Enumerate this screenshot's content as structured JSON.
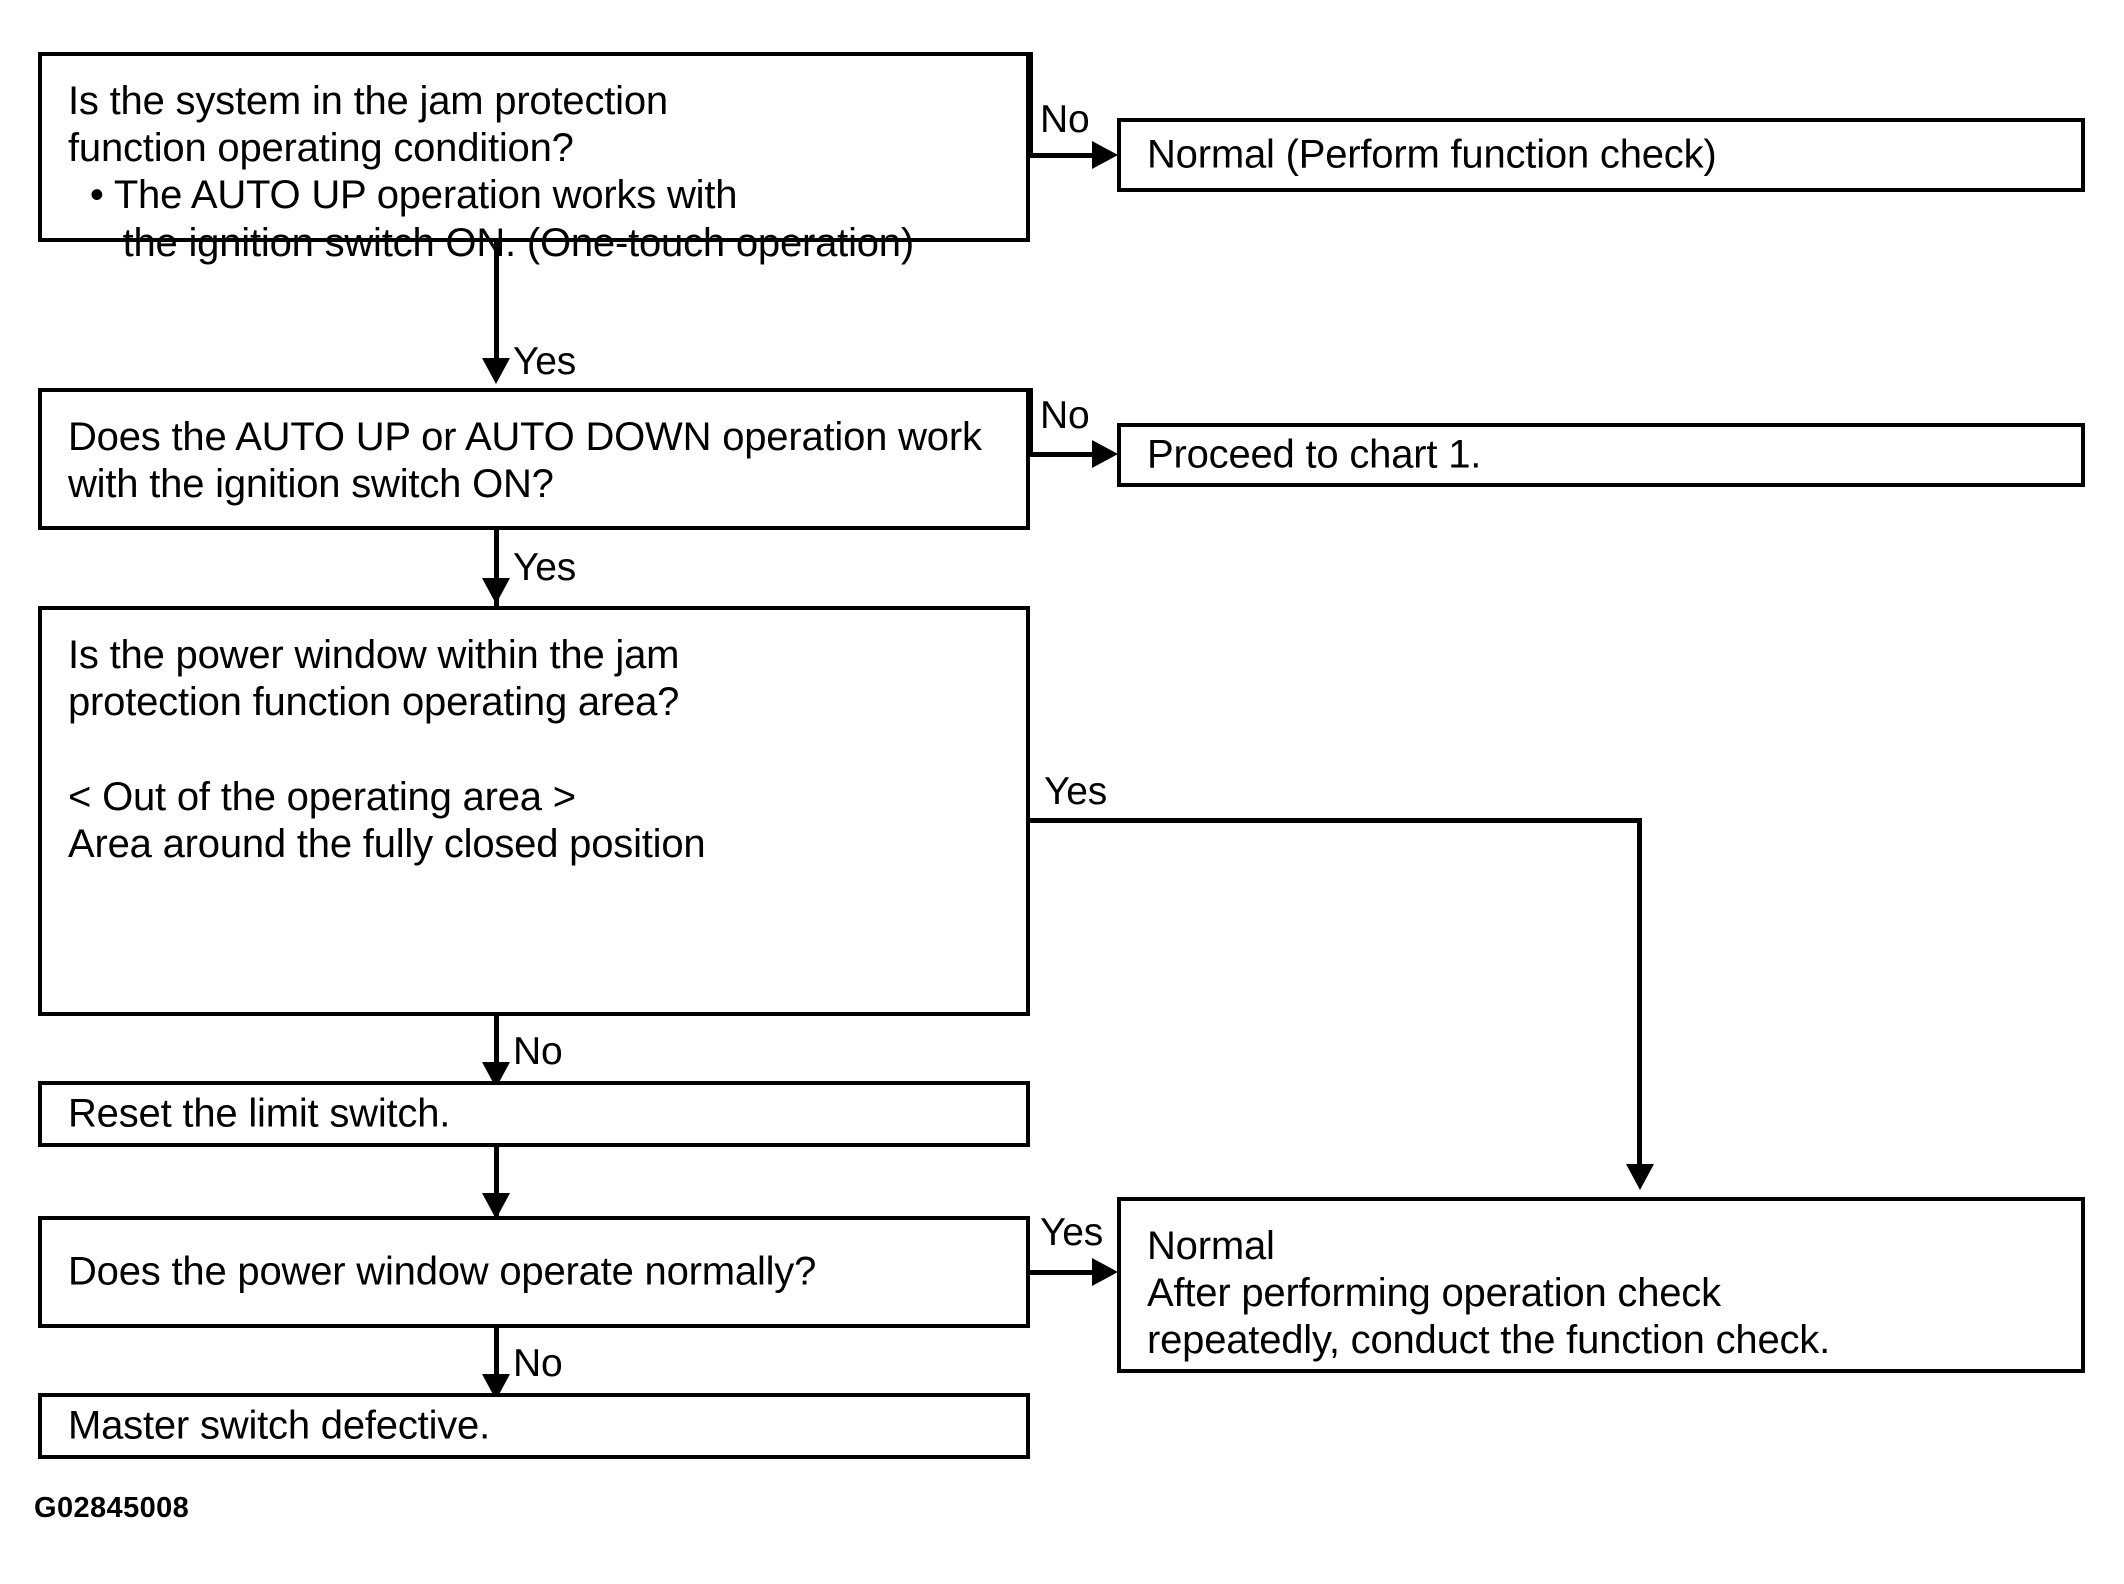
{
  "diagram": {
    "figure_code": "G02845008",
    "nodes": [
      {
        "id": "q1",
        "name": "decision-jam-protection-condition",
        "text": "Is the system in the jam protection\nfunction operating condition?\n  • The AUTO UP operation works with\n     the ignition switch ON. (One-touch operation)"
      },
      {
        "id": "r1",
        "name": "outcome-normal-perform-function-check",
        "text": "Normal (Perform function check)"
      },
      {
        "id": "q2",
        "name": "decision-auto-up-down-works",
        "text": "Does the AUTO UP or AUTO DOWN operation work\nwith the ignition switch ON?"
      },
      {
        "id": "r2",
        "name": "outcome-proceed-to-chart-1",
        "text": "Proceed to chart 1."
      },
      {
        "id": "q3",
        "name": "decision-window-within-operating-area",
        "text": "Is the power window within the jam\nprotection function operating area?\n\n< Out of the operating area >\nArea around the fully closed position"
      },
      {
        "id": "a1",
        "name": "action-reset-limit-switch",
        "text": "Reset the limit switch."
      },
      {
        "id": "q4",
        "name": "decision-power-window-operates-normally",
        "text": "Does the power window operate normally?"
      },
      {
        "id": "r3",
        "name": "outcome-normal-repeat-operation-check",
        "text": "Normal\nAfter performing operation check\nrepeatedly, conduct the function check."
      },
      {
        "id": "a2",
        "name": "action-master-switch-defective",
        "text": "Master switch defective."
      }
    ],
    "edges": [
      {
        "id": "e1",
        "from": "q1",
        "to": "r1",
        "label": "No"
      },
      {
        "id": "e2",
        "from": "q1",
        "to": "q2",
        "label": "Yes"
      },
      {
        "id": "e3",
        "from": "q2",
        "to": "r2",
        "label": "No"
      },
      {
        "id": "e4",
        "from": "q2",
        "to": "q3",
        "label": "Yes"
      },
      {
        "id": "e5",
        "from": "q3",
        "to": "r3",
        "label": "Yes"
      },
      {
        "id": "e6",
        "from": "q3",
        "to": "a1",
        "label": "No"
      },
      {
        "id": "e7",
        "from": "a1",
        "to": "q4",
        "label": ""
      },
      {
        "id": "e8",
        "from": "q4",
        "to": "r3",
        "label": "Yes"
      },
      {
        "id": "e9",
        "from": "q4",
        "to": "a2",
        "label": "No"
      }
    ]
  }
}
